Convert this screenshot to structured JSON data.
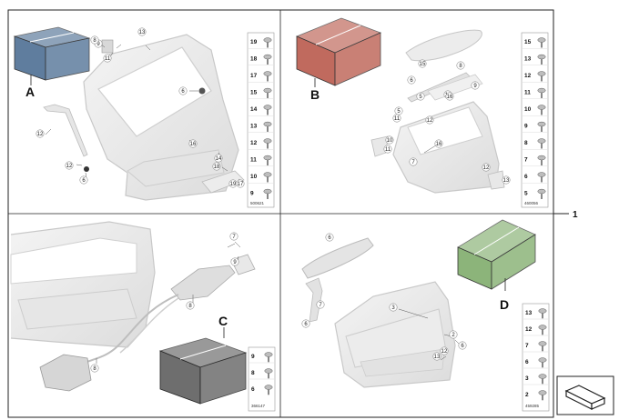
{
  "kits": {
    "a": {
      "letter": "A",
      "color": "#5f7d9e"
    },
    "b": {
      "letter": "B",
      "color": "#c06a5e"
    },
    "c": {
      "letter": "C",
      "color": "#6e6e6e"
    },
    "d": {
      "letter": "D",
      "color": "#8cb47a"
    }
  },
  "main_callout": "1",
  "panel_a": {
    "callouts": [
      "9",
      "8",
      "11",
      "13",
      "6",
      "12",
      "12",
      "6",
      "16",
      "14",
      "18",
      "17",
      "19"
    ],
    "legend": [
      "19",
      "18",
      "17",
      "15",
      "14",
      "13",
      "12",
      "11",
      "10",
      "9"
    ],
    "ref": "500621"
  },
  "panel_b": {
    "callouts": [
      "15",
      "6",
      "8",
      "9",
      "5",
      "10",
      "5",
      "11",
      "12",
      "16",
      "10",
      "11",
      "7",
      "16",
      "12",
      "13"
    ],
    "legend": [
      "15",
      "13",
      "12",
      "11",
      "10",
      "9",
      "8",
      "7",
      "6",
      "5"
    ],
    "ref": "460056"
  },
  "panel_c": {
    "callouts": [
      "7",
      "9",
      "8",
      "8"
    ],
    "legend": [
      "9",
      "8",
      "6"
    ],
    "ref": "366147"
  },
  "panel_d": {
    "callouts": [
      "6",
      "7",
      "6",
      "3",
      "2",
      "6",
      "12",
      "13"
    ],
    "legend": [
      "13",
      "12",
      "7",
      "6",
      "3",
      "2"
    ],
    "ref": "459285"
  }
}
